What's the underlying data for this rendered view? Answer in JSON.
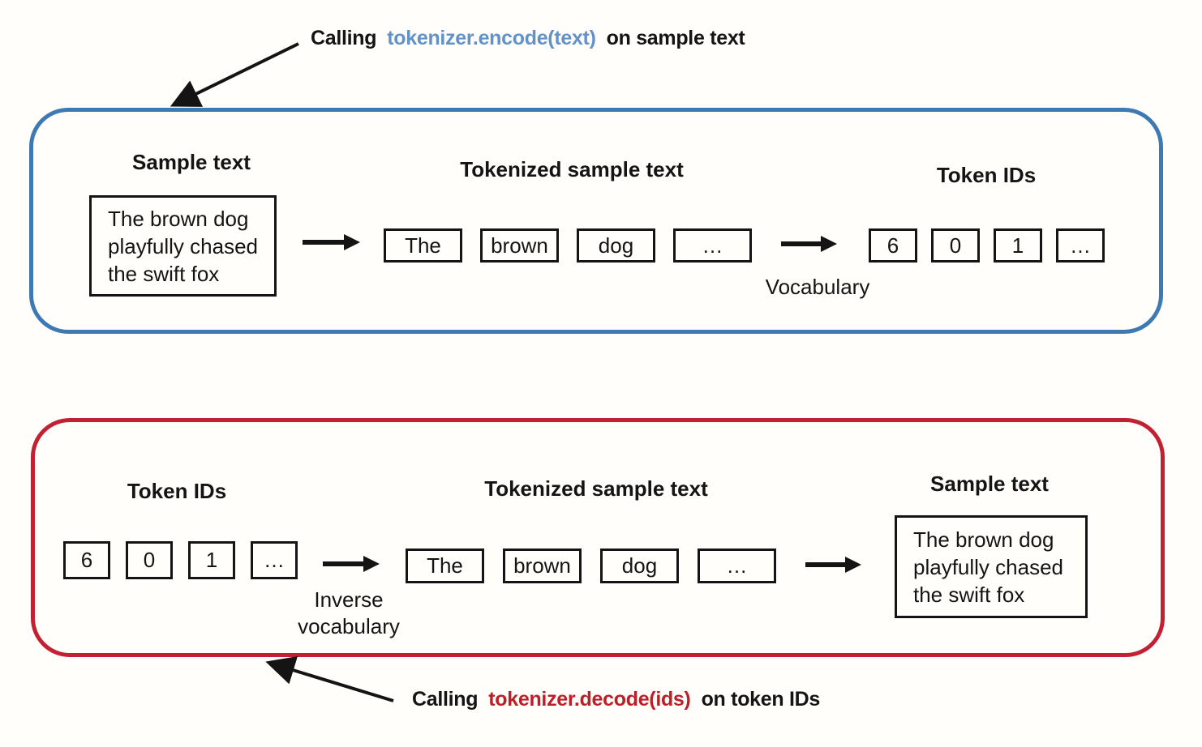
{
  "colors": {
    "blue_border": "#3d79b2",
    "red_border": "#c22133",
    "blue_code": "#6292c8",
    "red_code": "#bb1f27",
    "ink": "#141414"
  },
  "top_caption": {
    "prefix": "Calling",
    "code": "tokenizer.encode(text)",
    "suffix": "on sample text"
  },
  "encode_panel": {
    "sample_heading": "Sample text",
    "sample_text": "The brown dog\nplayfully chased\nthe swift fox",
    "tokenized_heading": "Tokenized sample text",
    "tokens": [
      "The",
      "brown",
      "dog",
      "…"
    ],
    "vocab_label": "Vocabulary",
    "ids_heading": "Token IDs",
    "ids": [
      "6",
      "0",
      "1",
      "…"
    ]
  },
  "decode_panel": {
    "ids_heading": "Token IDs",
    "ids": [
      "6",
      "0",
      "1",
      "…"
    ],
    "inverse_vocab_label": "Inverse\nvocabulary",
    "tokenized_heading": "Tokenized sample text",
    "tokens": [
      "The",
      "brown",
      "dog",
      "…"
    ],
    "sample_heading": "Sample text",
    "sample_text": "The brown dog\nplayfully chased\nthe swift fox"
  },
  "bottom_caption": {
    "prefix": "Calling",
    "code": "tokenizer.decode(ids)",
    "suffix": "on token IDs"
  }
}
